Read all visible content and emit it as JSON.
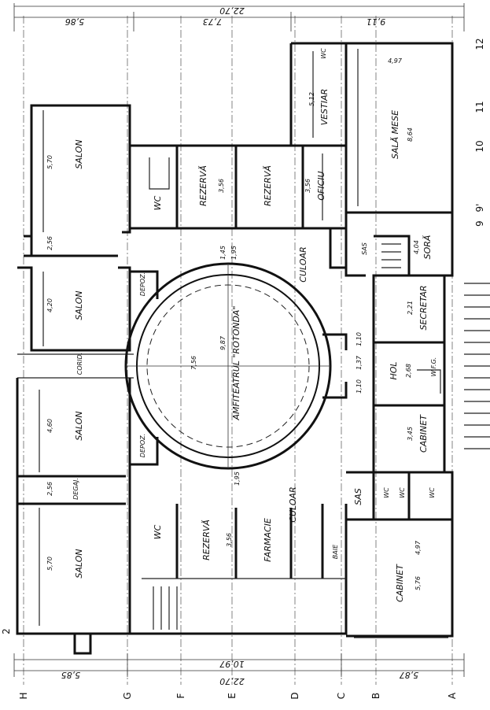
{
  "dims_top": {
    "total": "22,70",
    "left": "5,86",
    "mid": "7,73",
    "right": "9,11"
  },
  "dims_bottom": {
    "total": "22,70",
    "sub": "10,97",
    "left": "5,85",
    "right": "5,87"
  },
  "axes_bottom": [
    "H",
    "G",
    "F",
    "E",
    "D",
    "C",
    "B",
    "A"
  ],
  "axes_right": [
    "12",
    "11",
    "10",
    "9'",
    "9"
  ],
  "axis_left_num": "2",
  "rooms": {
    "salon_top": "SALON",
    "salon_mid": "SALON",
    "salon_lower": "SALON",
    "salon_bottom": "SALON",
    "cord": "CORID.",
    "degaj": "DEGAJ.",
    "depoz_top": "DEPOZ.",
    "depoz_bottom": "DEPOZ.",
    "amfiteatru": "AMFITEATRUL \"ROTONDA\"",
    "wc_top": "WC",
    "rezerva_1": "REZERVĂ",
    "rezerva_2": "REZERVĂ",
    "oficiu": "OFICIU",
    "vestiar": "VESTIAR",
    "wc_vestiar": "WC",
    "sala_mese": "SALĂ MESE",
    "culoar_top": "CULOAR",
    "culoar_bottom": "CULOAR",
    "sas_top": "SAS",
    "sora": "SORĂ",
    "secretar": "SECRETAR",
    "hol": "HOL",
    "wfg": "W.F.G.",
    "cabinet_1": "CABINET",
    "sas_bottom": "SAS",
    "wc_b1": "WC",
    "wc_b2": "WC",
    "wc_b3": "WC",
    "baie": "BAIE",
    "farmacie": "FARMACIE",
    "rezerva_3": "REZERVĂ",
    "wc_bottom": "WC",
    "cabinet_2": "CABINET"
  },
  "measures": {
    "salon_top_w": "5,70",
    "salon_mid_w": "4,20",
    "salon_lower_w": "4,60",
    "salon_bottom_w": "5,70",
    "gap_a": "2,56",
    "gap_b": "2,56",
    "rot_d": "9,87",
    "rot_d2": "7,56",
    "rot_t1": "1,45",
    "rot_t2": "1,95",
    "rot_t3": "1,95",
    "rez_w": "3,56",
    "ofi_w": "3,56",
    "vest_w": "5,12",
    "mese_w": "8,64",
    "mese_h": "4,97",
    "sora_w": "4,04",
    "secr_w": "2,21",
    "hol_w": "2,68",
    "cab1_w": "3,45",
    "cab2_w": "5,76",
    "cab2_h": "4,97",
    "farm_w": "3,56",
    "hol_a": "1,10",
    "hol_b": "1,37",
    "hol_c": "1,10"
  }
}
